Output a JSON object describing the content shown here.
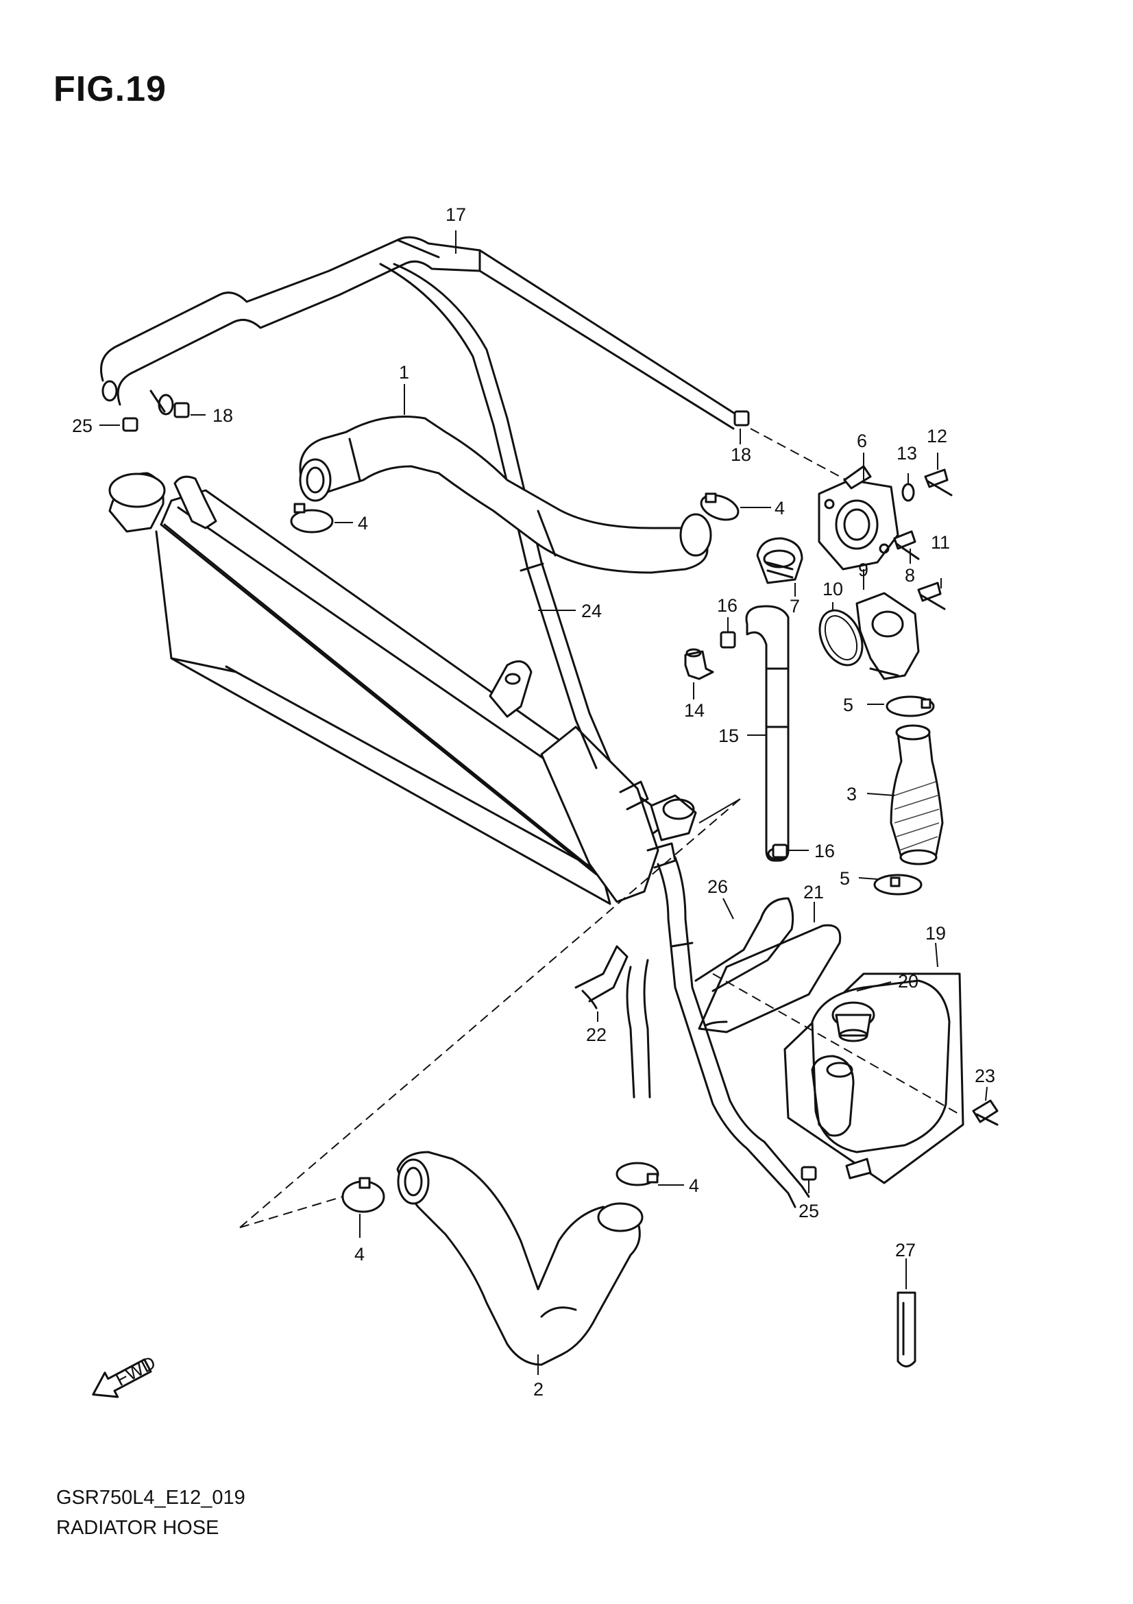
{
  "figure": {
    "title": "FIG.19",
    "model_code": "GSR750L4_E12_019",
    "caption": "RADIATOR HOSE",
    "fwd_label": "FWD"
  },
  "callouts": [
    {
      "id": "c17",
      "label": "17"
    },
    {
      "id": "c1",
      "label": "1"
    },
    {
      "id": "c25a",
      "label": "25"
    },
    {
      "id": "c18a",
      "label": "18"
    },
    {
      "id": "c18b",
      "label": "18"
    },
    {
      "id": "c6",
      "label": "6"
    },
    {
      "id": "c13",
      "label": "13"
    },
    {
      "id": "c12",
      "label": "12"
    },
    {
      "id": "c4a",
      "label": "4"
    },
    {
      "id": "c4b",
      "label": "4"
    },
    {
      "id": "c8",
      "label": "8"
    },
    {
      "id": "c11",
      "label": "11"
    },
    {
      "id": "c9",
      "label": "9"
    },
    {
      "id": "c7",
      "label": "7"
    },
    {
      "id": "c24",
      "label": "24"
    },
    {
      "id": "c16a",
      "label": "16"
    },
    {
      "id": "c10",
      "label": "10"
    },
    {
      "id": "c14",
      "label": "14"
    },
    {
      "id": "c5a",
      "label": "5"
    },
    {
      "id": "c15",
      "label": "15"
    },
    {
      "id": "c3",
      "label": "3"
    },
    {
      "id": "c16b",
      "label": "16"
    },
    {
      "id": "c5b",
      "label": "5"
    },
    {
      "id": "c26",
      "label": "26"
    },
    {
      "id": "c21",
      "label": "21"
    },
    {
      "id": "c19",
      "label": "19"
    },
    {
      "id": "c20",
      "label": "20"
    },
    {
      "id": "c22",
      "label": "22"
    },
    {
      "id": "c23",
      "label": "23"
    },
    {
      "id": "c4c",
      "label": "4"
    },
    {
      "id": "c4d",
      "label": "4"
    },
    {
      "id": "c25b",
      "label": "25"
    },
    {
      "id": "c27",
      "label": "27"
    },
    {
      "id": "c2",
      "label": "2"
    }
  ]
}
